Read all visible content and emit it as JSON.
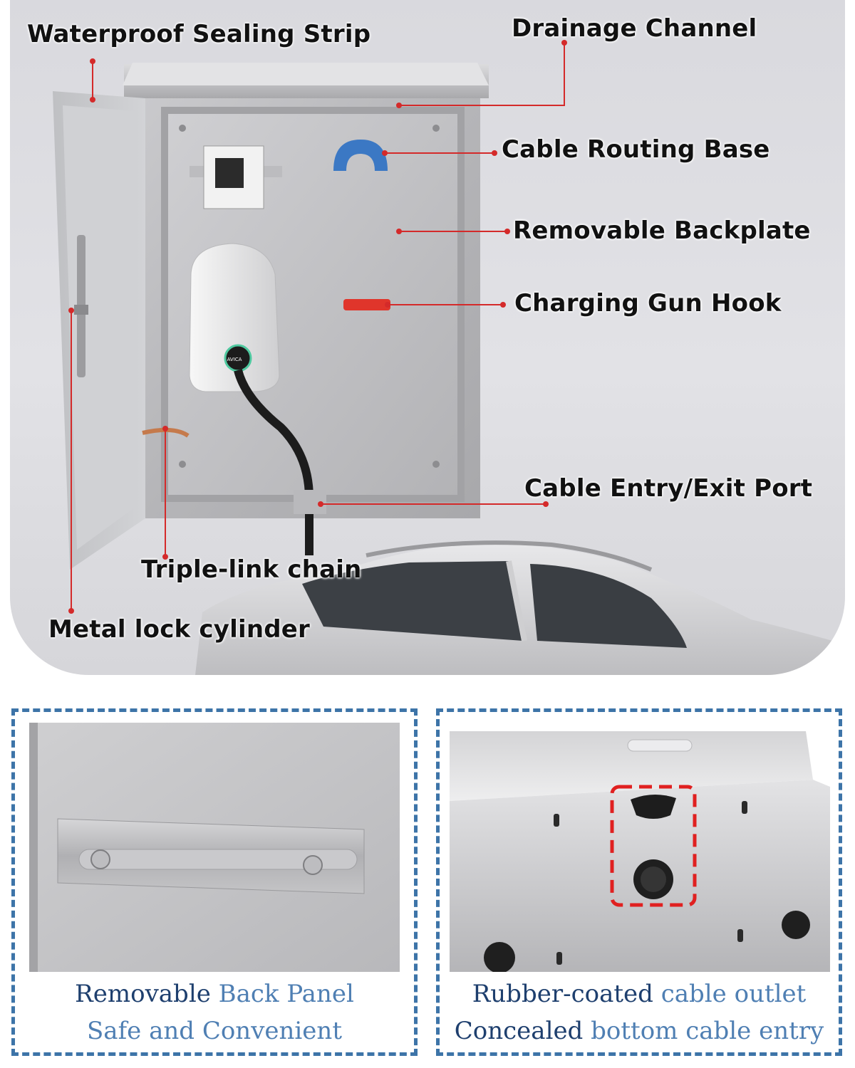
{
  "callouts": {
    "waterproof_sealing_strip": "Waterproof Sealing Strip",
    "drainage_channel": "Drainage Channel",
    "cable_routing_base": "Cable Routing Base",
    "removable_backplate": "Removable Backplate",
    "charging_gun_hook": "Charging Gun Hook",
    "cable_entry_exit_port": "Cable Entry/Exit Port",
    "triple_link_chain": "Triple-link chain",
    "metal_lock_cylinder": "Metal lock cylinder"
  },
  "charger_brand": "AVICA",
  "left_box": {
    "line1_dark": "Removable ",
    "line1_light": "Back Panel",
    "line2_light": "Safe and Convenient"
  },
  "right_box": {
    "line1_dark": "Rubber-coated ",
    "line1_light": "cable outlet",
    "line2_dark": "Concealed ",
    "line2_light": "bottom cable entry"
  },
  "colors": {
    "leader_line": "#d42a2a",
    "dashed_border": "#3d74a8",
    "caption_dark": "#1e3f6e",
    "caption_light": "#4f7fb3",
    "routing_base": "#3b78c4",
    "gun_hook": "#e0352b"
  }
}
